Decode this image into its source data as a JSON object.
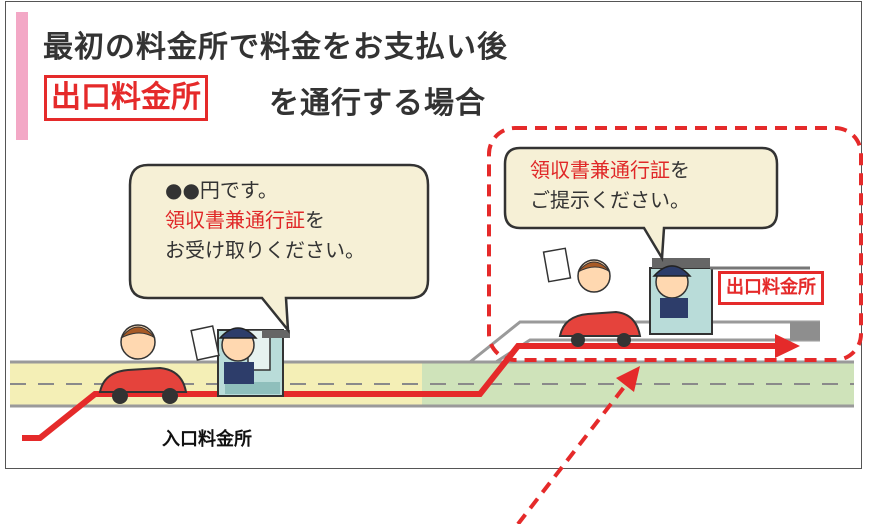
{
  "title": {
    "line1": "最初の料金所で料金をお支払い後",
    "highlight": "出口料金所",
    "line2_rest": "を通行する場合"
  },
  "bubble_entry": {
    "line1": "●●円です。",
    "line2_red": "領収書兼通行証",
    "line2_tail": "を",
    "line3": "お受け取りください。"
  },
  "bubble_exit": {
    "line1_red": "領収書兼通行証",
    "line1_tail": "を",
    "line2": "ご提示ください。"
  },
  "labels": {
    "entry_tollgate": "入口料金所",
    "exit_tollgate": "出口料金所"
  },
  "colors": {
    "accent_red": "#e52a2a",
    "pink_bar": "#f3a8c6",
    "road_yellow": "#f4efb6",
    "road_green": "#cfe3ba",
    "bubble_fill": "#f6f0d6"
  }
}
